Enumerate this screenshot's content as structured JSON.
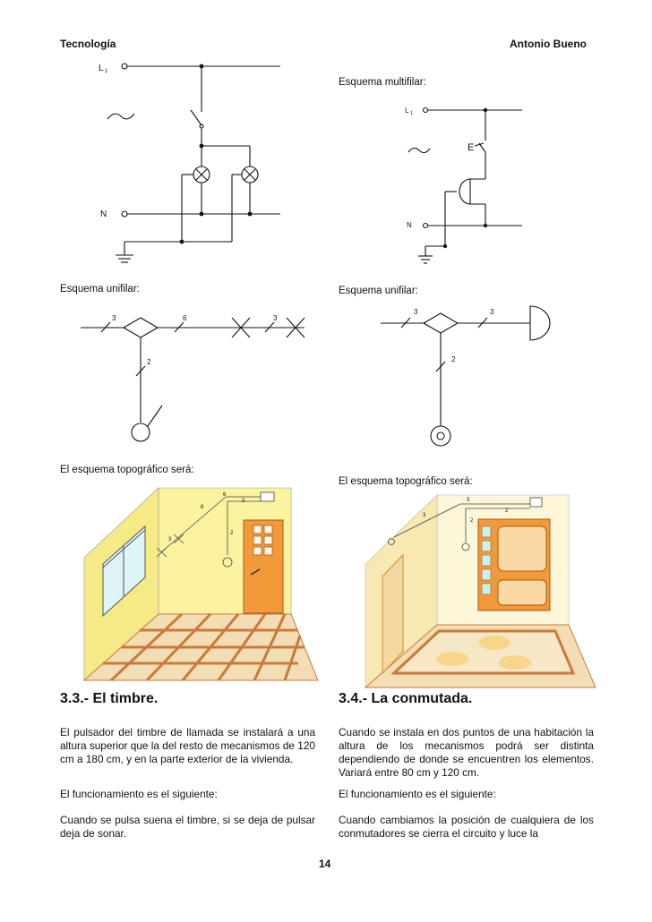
{
  "header": {
    "left": "Tecnología",
    "right": "Antonio Bueno"
  },
  "diagrams": {
    "left_top": {
      "l1": "L",
      "l1_sub": "1",
      "n": "N"
    },
    "right_top": {
      "caption": "Esquema multifilar:",
      "l1": "L",
      "l1_sub": "1",
      "n": "N",
      "e": "E"
    },
    "left_unifilar": {
      "caption": "Esquema unifilar:",
      "w1": "3",
      "w2": "6",
      "w3": "3",
      "w4": "2"
    },
    "right_unifilar": {
      "caption": "Esquema unifilar:",
      "w1": "3",
      "w2": "3",
      "w3": "2"
    },
    "left_topo": {
      "caption": "El esquema topográfico será:",
      "m1": "6",
      "m2": "2",
      "m3": "6",
      "m4": "3",
      "m5": "2"
    },
    "right_topo": {
      "caption": "El esquema topográfico será:",
      "m1": "3",
      "m2": "2",
      "m3": "3",
      "m4": "2"
    }
  },
  "sections": {
    "left": {
      "title": "3.3.- El timbre.",
      "p1": "El pulsador del timbre de llamada se instalará a una altura superior que la del resto de mecanismos de 120 cm  a 180 cm, y en la parte exterior de la vivienda.",
      "p2": "El funcionamiento es el siguiente:",
      "p3": "Cuando se pulsa suena el timbre, si se deja de pulsar deja de sonar."
    },
    "right": {
      "title": "3.4.- La conmutada.",
      "p1": "Cuando se instala en dos puntos de una habitación la altura de los mecanismos podrá ser distinta dependiendo de donde se encuentren los elementos. Variará entre 80 cm  y 120 cm.",
      "p2": "El funcionamiento es el siguiente:",
      "p3": "Cuando cambiamos la posición de cualquiera de los conmutadores se cierra el circuito y luce la"
    }
  },
  "footer": {
    "page_number": "14"
  },
  "colors": {
    "wall": "#fbf3a0",
    "door": "#f29a3a",
    "floor_tile": "#f3ddb4",
    "floor_grout": "#c97a3d"
  }
}
